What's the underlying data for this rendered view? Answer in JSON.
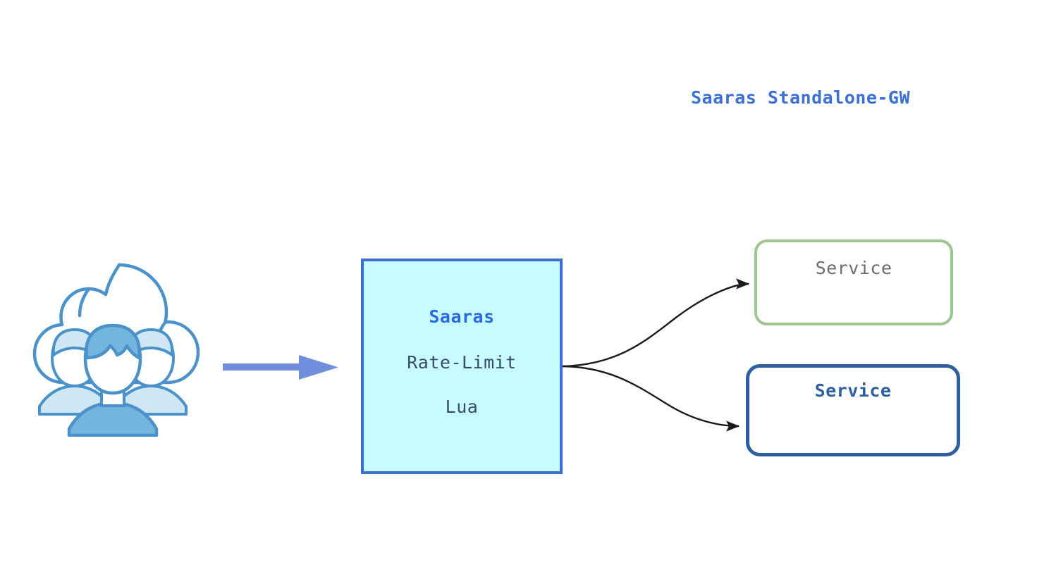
{
  "diagram": {
    "title": "Saaras Standalone-GW",
    "title_color": "#3b6fd4",
    "background": "#ffffff"
  },
  "client": {
    "icon": "cloud-users-icon",
    "cloud_stroke": "#4a92c9",
    "user_center_fill": "#74b5dd",
    "user_side_fill": "#cfe6f5"
  },
  "ingress": {
    "icon": "right-arrow-icon",
    "color": "#6f8fdd"
  },
  "gateway": {
    "title": "Saaras",
    "title_color": "#2a6ce0",
    "features": [
      "Rate-Limit",
      "Lua"
    ],
    "feature_color": "#3b4a6b",
    "fill": "#c6fbff",
    "border_color": "#3d6ed4"
  },
  "connectors": {
    "color": "#1a1a1a",
    "arrow_icon": "arrowhead-icon",
    "count": 2
  },
  "services": [
    {
      "label": "Service",
      "border_color": "#9ec58e",
      "label_color": "#6b6b6b",
      "emphasis": "normal"
    },
    {
      "label": "Service",
      "border_color": "#2e5f9e",
      "label_color": "#2e5f9e",
      "emphasis": "bold"
    }
  ]
}
